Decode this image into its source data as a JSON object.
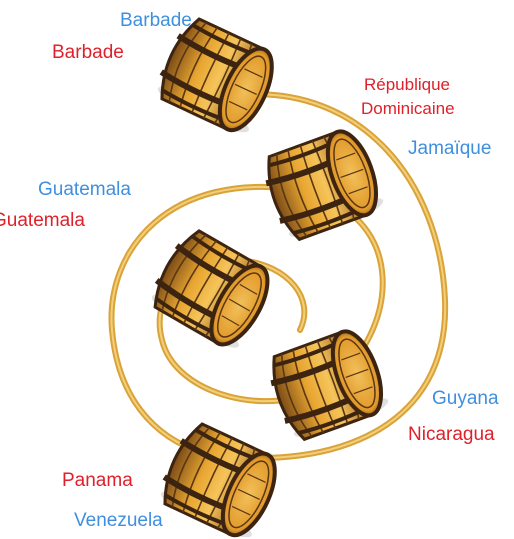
{
  "colors": {
    "blue_label": "#3f8fdf",
    "red_label": "#e0202a",
    "spiral_gold": "#d9a33a",
    "spiral_dark": "#a8711a",
    "barrel_wood": "#e8a631",
    "barrel_dark": "#5a3613",
    "barrel_hoop": "#3d2410"
  },
  "labels": {
    "barbade_blue": "Barbade",
    "barbade_red": "Barbade",
    "republique_line1": "République",
    "republique_line2": "Dominicaine",
    "jamaique": "Jamaïque",
    "guatemala_blue": "Guatemala",
    "guatemala_red": "Guatemala",
    "guyana": "Guyana",
    "nicaragua": "Nicaragua",
    "panama": "Panama",
    "venezuela": "Venezuela"
  },
  "barrels": [
    {
      "name": "barrel-top"
    },
    {
      "name": "barrel-right-upper"
    },
    {
      "name": "barrel-center"
    },
    {
      "name": "barrel-right-lower"
    },
    {
      "name": "barrel-bottom"
    }
  ]
}
